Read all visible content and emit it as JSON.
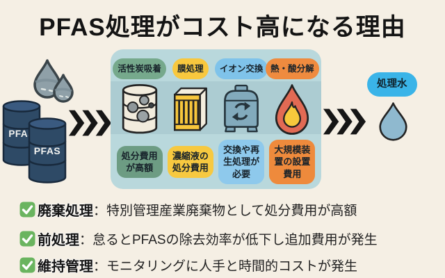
{
  "title": "PFAS処理がコスト高になる理由",
  "input": {
    "barrel_label_back": "PFAS",
    "barrel_label_front": "PFAS"
  },
  "box": {
    "methods": [
      {
        "label": "活性炭吸着",
        "cost": "処分費用が高額",
        "icon": "drum-icon",
        "pill_color": "#76a98c",
        "cost_color": "#6d9c83"
      },
      {
        "label": "膜処理",
        "cost": "濃縮液の処分費用",
        "icon": "membrane-filter-icon",
        "pill_color": "#f8c83e",
        "cost_color": "#f7c940"
      },
      {
        "label": "イオン交換",
        "cost": "交換や再生処理が必要",
        "icon": "ion-exchange-tank-icon",
        "pill_color": "#7fc3ea",
        "cost_color": "#8ec9ec"
      },
      {
        "label": "熱・酸分解",
        "cost": "大規模装置の設置費用",
        "icon": "flame-icon",
        "pill_color": "#ef8b3f",
        "cost_color": "#ee8a3c"
      }
    ]
  },
  "output": {
    "pill": "処理水"
  },
  "bullets": [
    {
      "term": "廃棄処理",
      "desc": "：特別管理産業廃棄物として処分費用が高額"
    },
    {
      "term": "前処理",
      "desc": "：怠るとPFASの除去効率が低下し追加費用が発生"
    },
    {
      "term": "維持管理",
      "desc": "：モニタリングに人手と時間的コストが発生"
    }
  ],
  "colors": {
    "page_bg": "#f5efe4",
    "box_bg": "#b9d8dc",
    "barrel_navy": "#2e4a66",
    "dirty_drop_gray": "#8fa0a8",
    "treated_drop_blue": "#8fb9cf",
    "output_pill_blue": "#3ab4e8",
    "check_green": "#6ab45f",
    "arrow_black": "#161616"
  }
}
